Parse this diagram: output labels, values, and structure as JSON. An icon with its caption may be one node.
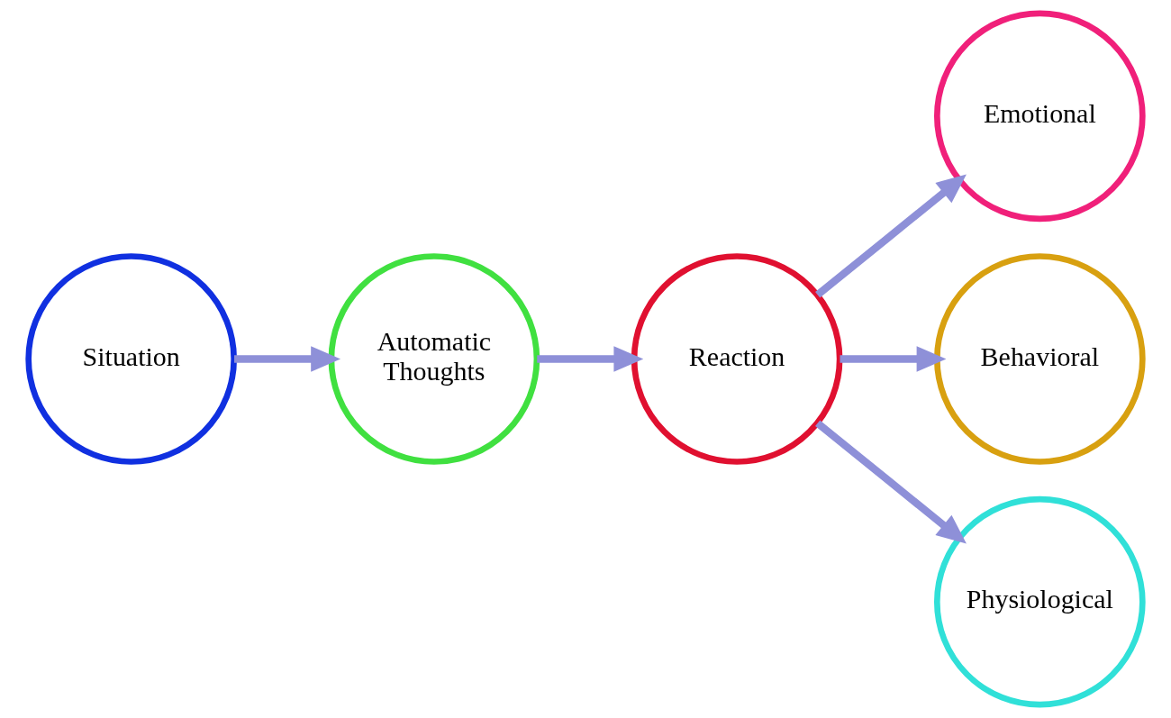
{
  "diagram": {
    "nodes": [
      {
        "text": [
          "Situation"
        ]
      },
      {
        "text": [
          "Automatic Thoughts"
        ]
      },
      {
        "text": [
          "Reaction"
        ]
      },
      {
        "text": [
          "Emotional"
        ]
      },
      {
        "text": [
          "Behavioral"
        ]
      },
      {
        "text": [
          "Physiological"
        ]
      }
    ],
    "edges": [
      {
        "from": 0,
        "to": 1,
        "arrow": "to"
      },
      {
        "from": 1,
        "to": 2,
        "arrow": "to"
      },
      {
        "from": 2,
        "to": 3,
        "arrow": "to"
      },
      {
        "from": 2,
        "to": 4,
        "arrow": "to"
      },
      {
        "from": 2,
        "to": 5,
        "arrow": "to"
      }
    ]
  }
}
